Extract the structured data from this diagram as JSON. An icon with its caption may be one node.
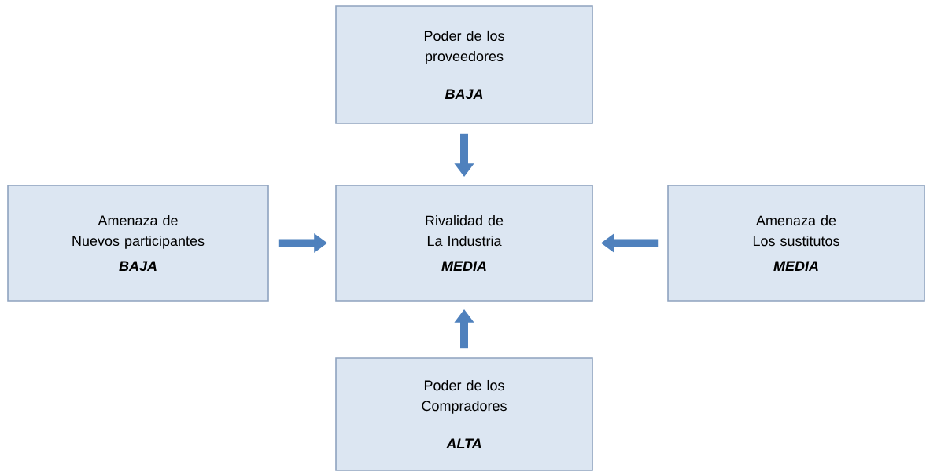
{
  "diagram": {
    "nodes": [
      {
        "text": [
          "Poder de los proveedores",
          "BAJA"
        ]
      },
      {
        "text": [
          "Amenaza de Nuevos participantes",
          "BAJA"
        ]
      },
      {
        "text": [
          "Rivalidad de La Industria",
          "MEDIA"
        ]
      },
      {
        "text": [
          "Amenaza de Los sustitutos",
          "MEDIA"
        ]
      },
      {
        "text": [
          "Poder de los Compradores",
          "ALTA"
        ]
      }
    ],
    "edges": [
      {
        "from": 0,
        "to": 2,
        "arrow": "to"
      },
      {
        "from": 1,
        "to": 2,
        "arrow": "to"
      },
      {
        "from": 3,
        "to": 2,
        "arrow": "to"
      },
      {
        "from": 4,
        "to": 2,
        "arrow": "to"
      }
    ]
  }
}
